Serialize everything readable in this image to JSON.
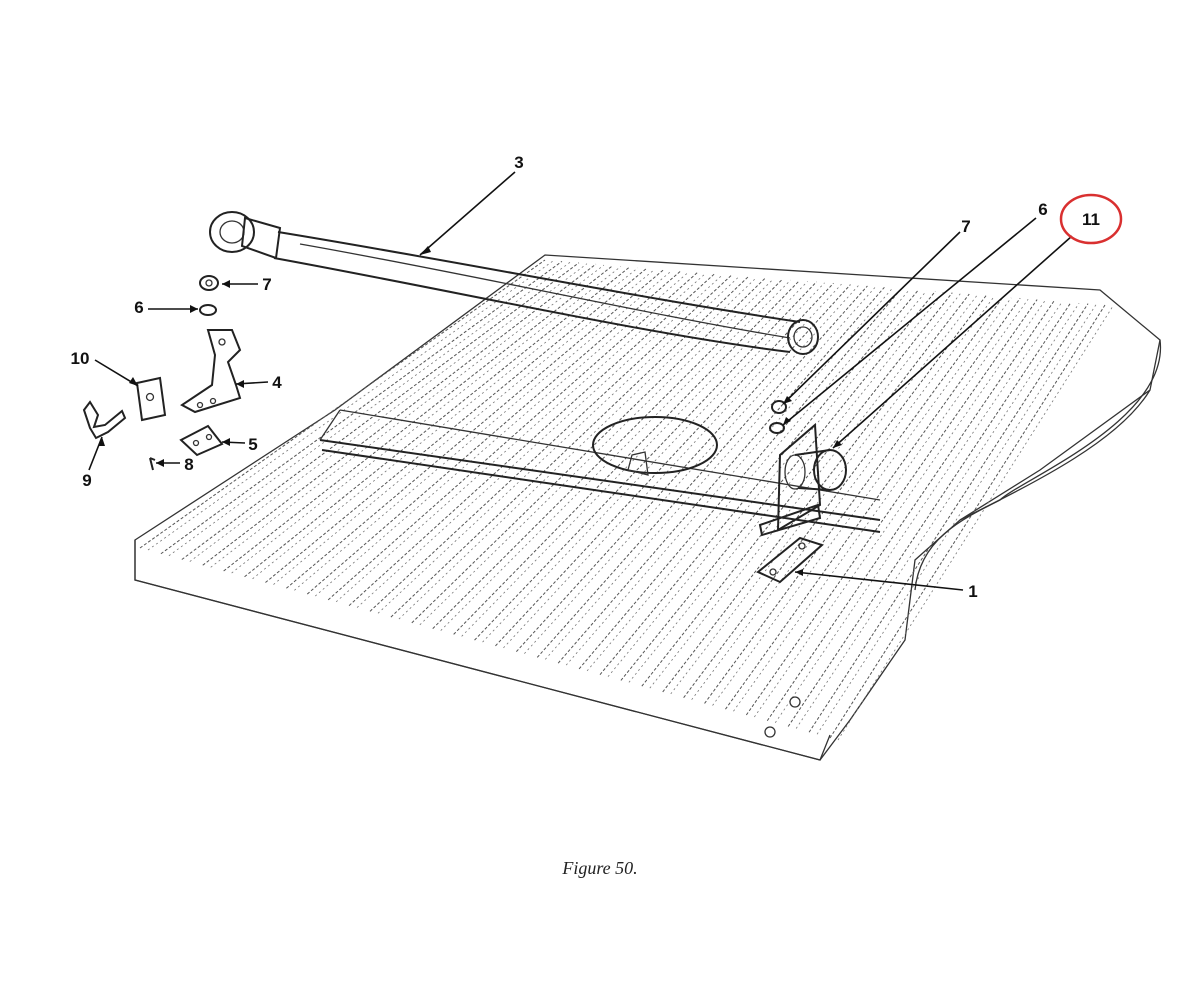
{
  "figure": {
    "caption": "Figure 50.",
    "highlight_color": "#d93030",
    "ink_color": "#222222",
    "callouts": [
      {
        "id": "callout-1",
        "label": "1",
        "highlighted": false
      },
      {
        "id": "callout-3",
        "label": "3",
        "highlighted": false
      },
      {
        "id": "callout-4",
        "label": "4",
        "highlighted": false
      },
      {
        "id": "callout-5",
        "label": "5",
        "highlighted": false
      },
      {
        "id": "callout-6a",
        "label": "6",
        "highlighted": false
      },
      {
        "id": "callout-6b",
        "label": "6",
        "highlighted": false
      },
      {
        "id": "callout-7a",
        "label": "7",
        "highlighted": false
      },
      {
        "id": "callout-7b",
        "label": "7",
        "highlighted": false
      },
      {
        "id": "callout-8",
        "label": "8",
        "highlighted": false
      },
      {
        "id": "callout-9",
        "label": "9",
        "highlighted": false
      },
      {
        "id": "callout-10",
        "label": "10",
        "highlighted": false
      },
      {
        "id": "callout-11",
        "label": "11",
        "highlighted": true
      }
    ]
  }
}
